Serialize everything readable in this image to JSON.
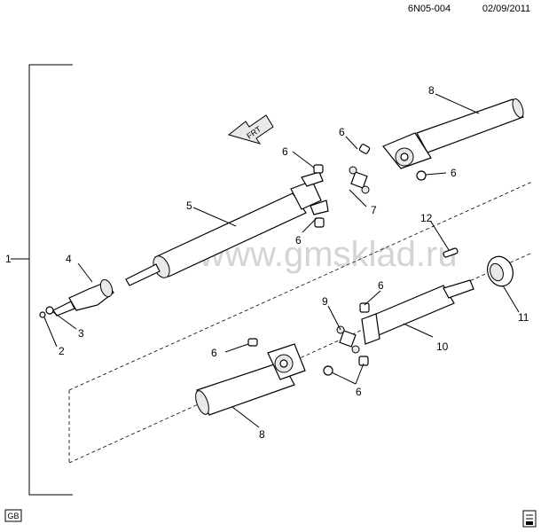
{
  "header": {
    "drawing_id": "6N05-004",
    "date": "02/09/2011"
  },
  "watermark": "www.gmsklad.ru",
  "direction_arrow_label": "FRT",
  "badges": {
    "region_code": "GB"
  },
  "callouts": {
    "c1": "1",
    "c2": "2",
    "c3": "3",
    "c4": "4",
    "c5": "5",
    "c6a": "6",
    "c6b": "6",
    "c6c": "6",
    "c6d": "6",
    "c6e": "6",
    "c6f": "6",
    "c6g": "6",
    "c7": "7",
    "c8a": "8",
    "c8b": "8",
    "c9": "9",
    "c10": "10",
    "c11": "11",
    "c12": "12"
  }
}
